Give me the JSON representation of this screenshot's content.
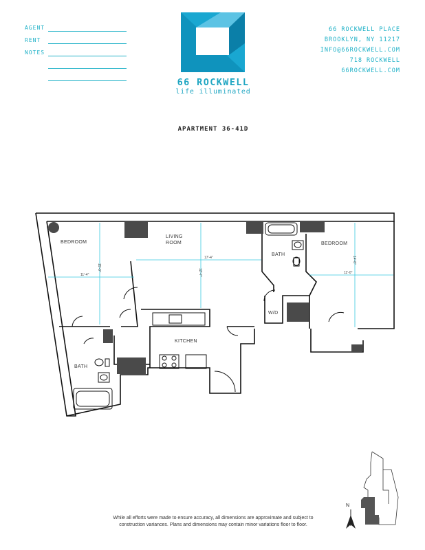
{
  "form": {
    "agent_label": "AGENT",
    "rent_label": "RENT",
    "notes_label": "NOTES"
  },
  "brand": {
    "name": "66 ROCKWELL",
    "tagline": "life illuminated",
    "accent_color": "#1fb1c7",
    "logo_dark": "#0e8fb9",
    "logo_light": "#7fd3ea"
  },
  "contact": {
    "address": "66 ROCKWELL PLACE",
    "city": "BROOKLYN, NY 11217",
    "email": "INFO@66ROCKWELL.COM",
    "phone": "718 ROCKWELL",
    "website": "66ROCKWELL.COM"
  },
  "apartment": {
    "title": "APARTMENT 36-41D"
  },
  "floorplan": {
    "rooms": {
      "bedroom_left": "BEDROOM",
      "living_line1": "LIVING",
      "living_line2": "ROOM",
      "bath_right": "BATH",
      "bedroom_right": "BEDROOM",
      "wd": "W/D",
      "kitchen": "KITCHEN",
      "bath_left": "BATH"
    },
    "dimensions": {
      "bedroom_left_h": "11'-4\"",
      "bedroom_left_v": "15'-9\"",
      "living_h": "17'-4\"",
      "living_v": "12'-7\"",
      "bedroom_right_h": "11'-0\"",
      "bedroom_right_v": "14'-8\""
    }
  },
  "disclaimer": {
    "line1": "While all efforts were made to ensure accuracy, all dimensions are approximate and subject to",
    "line2": "construction variances. Plans and dimensions may contain minor variations floor to floor."
  },
  "keyplan": {
    "north_label": "N"
  }
}
